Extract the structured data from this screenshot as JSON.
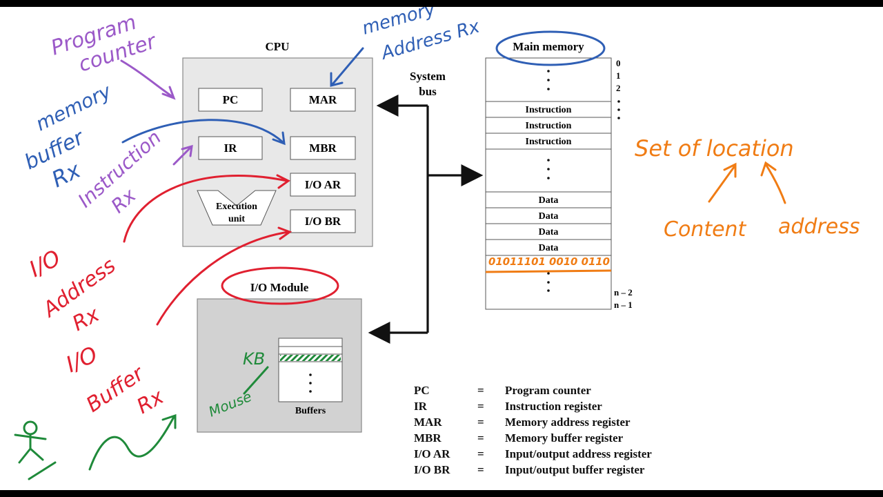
{
  "cpu": {
    "title": "CPU",
    "registers": {
      "pc": "PC",
      "mar": "MAR",
      "ir": "IR",
      "mbr": "MBR",
      "ioar": "I/O AR",
      "iobr": "I/O BR"
    },
    "execution_unit": [
      "Execution",
      "unit"
    ]
  },
  "system_bus": [
    "System",
    "bus"
  ],
  "main_memory": {
    "title": "Main memory",
    "indices_top": [
      "0",
      "1",
      "2"
    ],
    "indices_bottom": [
      "n – 2",
      "n – 1"
    ],
    "instruction_label": "Instruction",
    "data_label": "Data"
  },
  "io_module": {
    "title": "I/O Module",
    "buffers_label": "Buffers"
  },
  "legend": [
    {
      "abbr": "PC",
      "eq": "=",
      "def": "Program counter"
    },
    {
      "abbr": "IR",
      "eq": "=",
      "def": "Instruction register"
    },
    {
      "abbr": "MAR",
      "eq": "=",
      "def": "Memory address register"
    },
    {
      "abbr": "MBR",
      "eq": "=",
      "def": "Memory buffer register"
    },
    {
      "abbr": "I/O AR",
      "eq": "=",
      "def": "Input/output address register"
    },
    {
      "abbr": "I/O BR",
      "eq": "=",
      "def": "Input/output buffer register"
    }
  ],
  "annotations": {
    "program_counter": [
      "Program",
      "counter"
    ],
    "memory_address_rx": [
      "memory",
      "Address Rx"
    ],
    "memory_buffer_rx": [
      "memory",
      "buffer",
      "Rx"
    ],
    "instruction_rx": [
      "Instruction",
      "Rx"
    ],
    "io_address_rx": [
      "I/O",
      "Address",
      "Rx"
    ],
    "io_buffer_rx": [
      "I/O",
      "Buffer",
      "Rx"
    ],
    "kb": "KB",
    "mouse": "Mouse",
    "set_of_location": "Set of location",
    "content": "Content",
    "address": "address",
    "binary": "01011101 0010 0110"
  },
  "colors": {
    "purple": "#9b59c8",
    "blue": "#2f5fb5",
    "red": "#e02030",
    "green": "#1f8a3a",
    "orange": "#f07c14",
    "panel": "#e8e8e8",
    "io_panel": "#d2d2d2"
  }
}
